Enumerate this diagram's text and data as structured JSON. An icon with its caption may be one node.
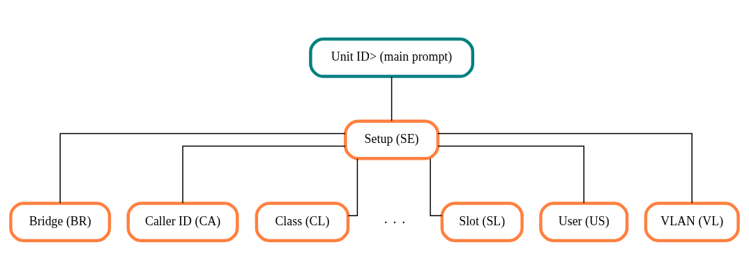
{
  "diagram": {
    "nodes": [
      {
        "text": [
          "Unit ID> (main prompt)"
        ]
      },
      {
        "text": [
          "Setup (SE)"
        ]
      },
      {
        "text": [
          "Bridge (BR)"
        ]
      },
      {
        "text": [
          "Caller ID (CA)"
        ]
      },
      {
        "text": [
          "Class (CL)"
        ]
      },
      {
        "text": [
          "Slot (SL)"
        ]
      },
      {
        "text": [
          "User (US)"
        ]
      },
      {
        "text": [
          "VLAN (VL)"
        ]
      }
    ],
    "edges": [
      {
        "from": 0,
        "to": 1,
        "arrow": "none"
      },
      {
        "from": 1,
        "to": 2,
        "arrow": "none"
      },
      {
        "from": 1,
        "to": 3,
        "arrow": "none"
      },
      {
        "from": 1,
        "to": 4,
        "arrow": "none"
      },
      {
        "from": 1,
        "to": 5,
        "arrow": "none"
      },
      {
        "from": 1,
        "to": 6,
        "arrow": "none"
      },
      {
        "from": 1,
        "to": 7,
        "arrow": "none"
      }
    ],
    "labels": [
      "· · ·"
    ]
  }
}
